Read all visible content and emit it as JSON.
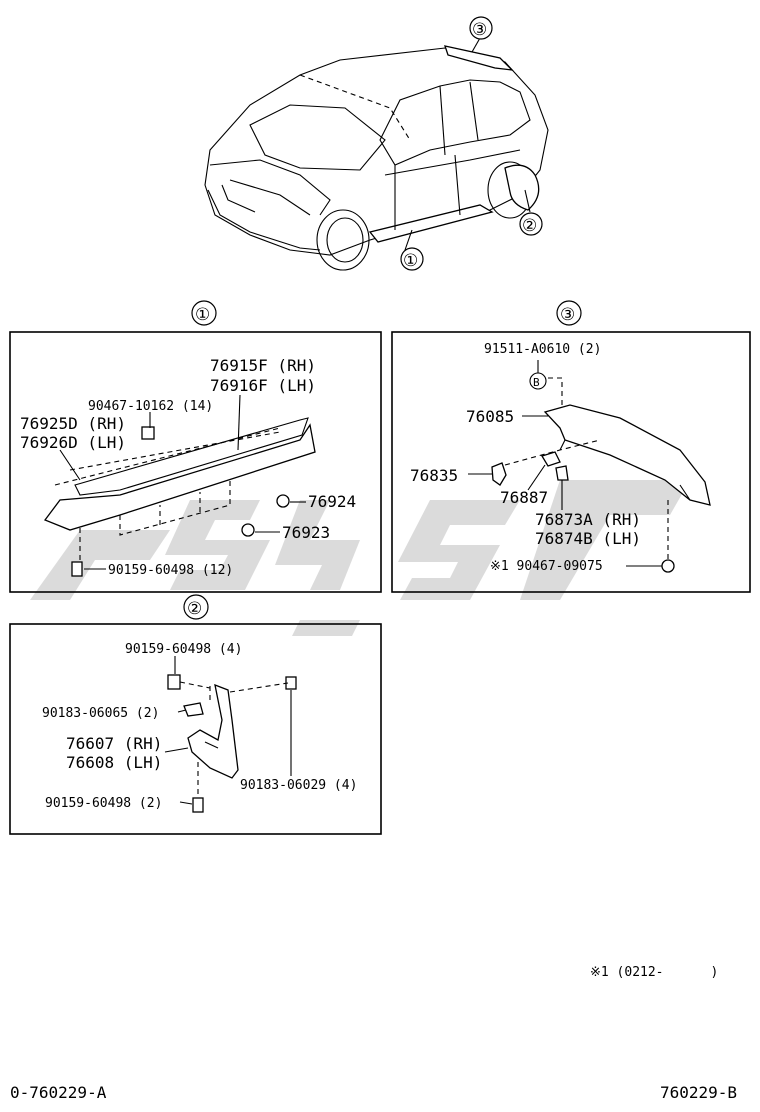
{
  "watermark": {
    "color": "#b8b8b8"
  },
  "callouts": {
    "overview_1": "①",
    "overview_2": "②",
    "overview_3": "③",
    "box1": "①",
    "box2": "②",
    "box3": "③",
    "b_mark": "B"
  },
  "box1": {
    "p1": "76915F (RH)",
    "p2": "76916F (LH)",
    "p3": "90467-10162 (14)",
    "p4": "76925D (RH)",
    "p5": "76926D (LH)",
    "p6": "76924",
    "p7": "76923",
    "p8": "90159-60498 (12)"
  },
  "box2": {
    "p1": "90159-60498 (4)",
    "p2": "90183-06065 (2)",
    "p3": "76607 (RH)",
    "p4": "76608 (LH)",
    "p5": "90183-06029 (4)",
    "p6": "90159-60498 (2)"
  },
  "box3": {
    "p1": "91511-A0610 (2)",
    "p2": "76085",
    "p3": "76835",
    "p4": "76887",
    "p5": "76873A (RH)",
    "p6": "76874B (LH)",
    "p7": "※1 90467-09075"
  },
  "footnote": "※1 (0212-      )",
  "footer": {
    "left": "0-760229-A",
    "right": "760229-B"
  }
}
